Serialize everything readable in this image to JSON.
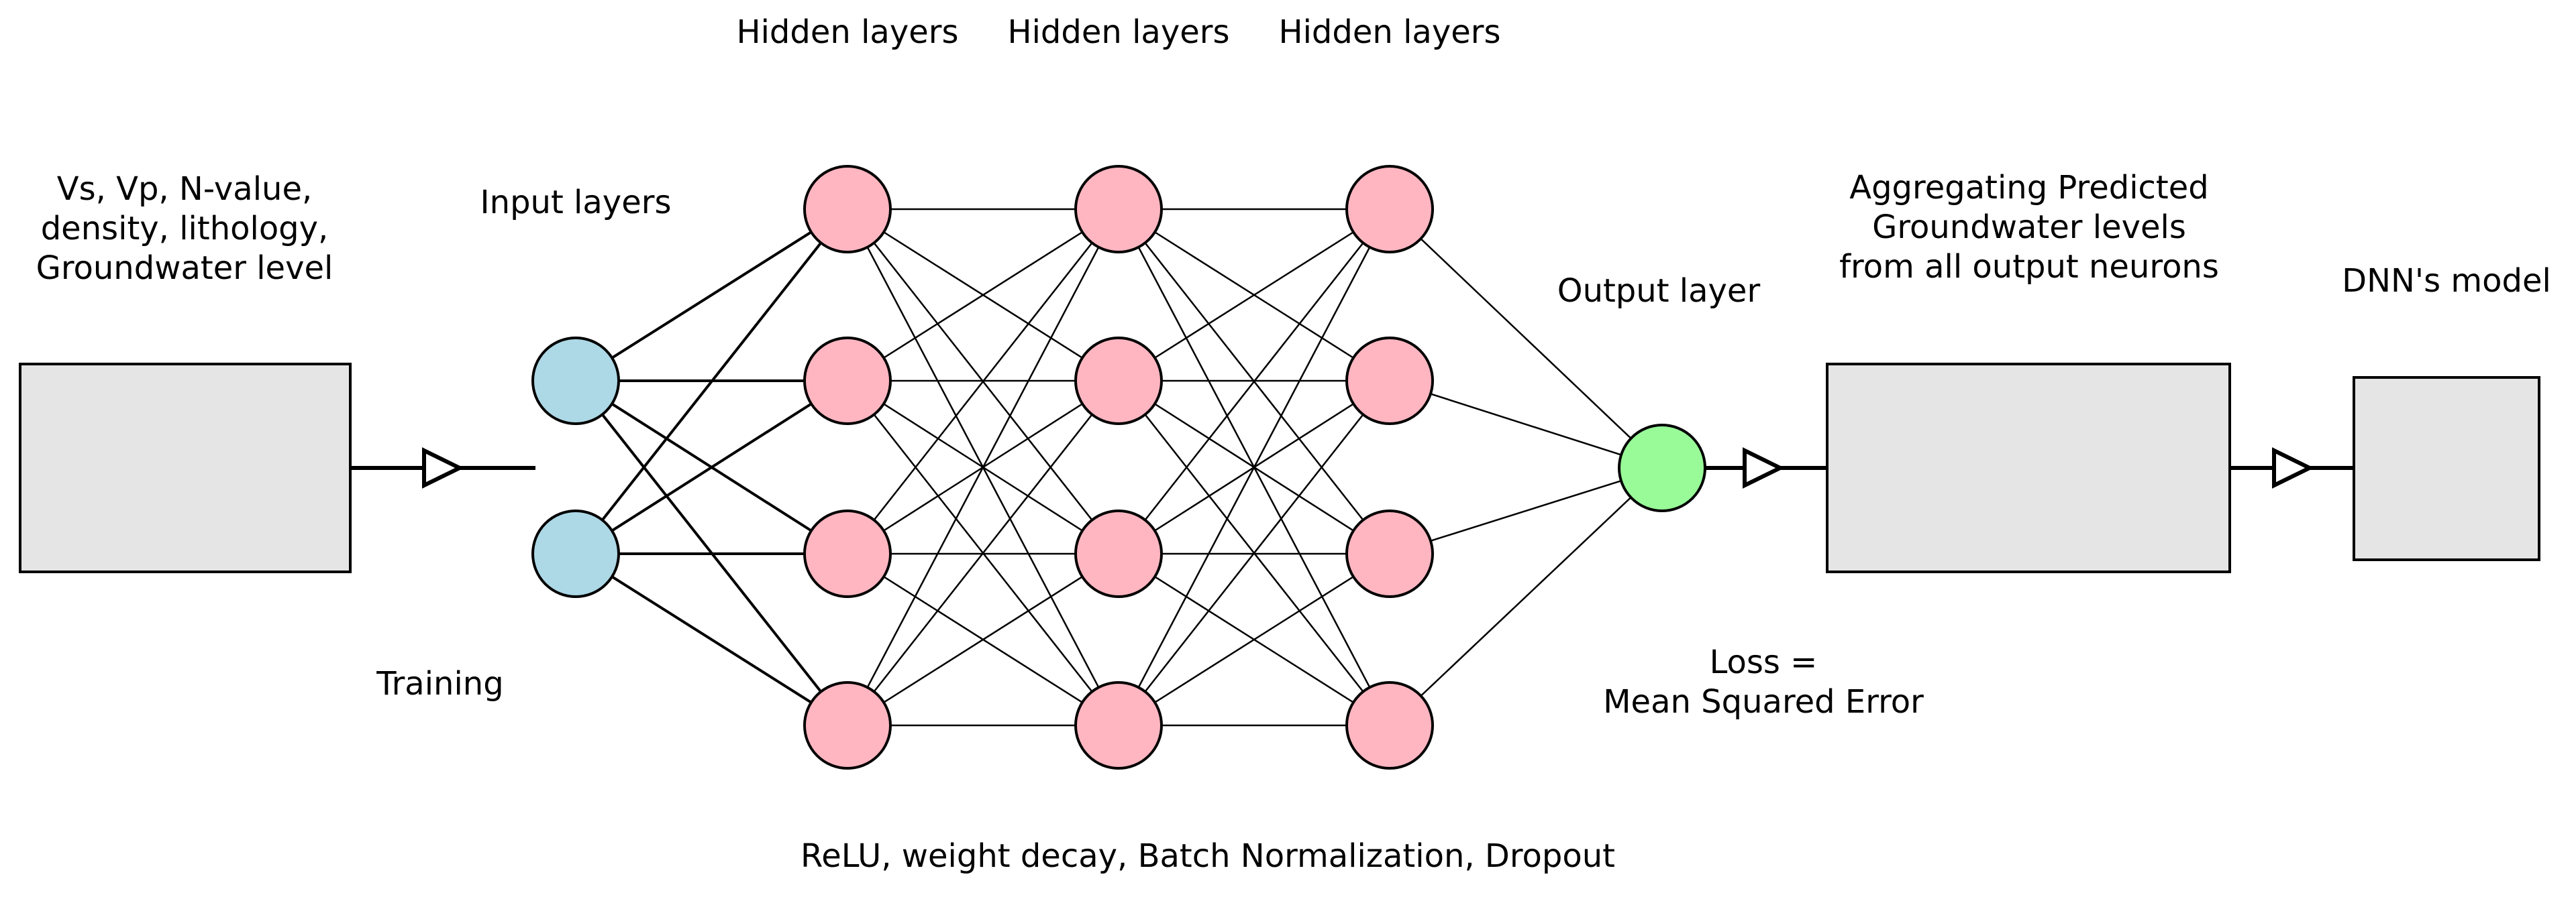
{
  "labels": {
    "hidden_1": "Hidden layers",
    "hidden_2": "Hidden layers",
    "hidden_3": "Hidden layers",
    "features": [
      "Vs, Vp, N-value,",
      "density, lithology,",
      "Groundwater level"
    ],
    "input_layers": "Input layers",
    "training": "Training",
    "output_layer": "Output layer",
    "aggregating": [
      "Aggregating Predicted",
      "Groundwater levels",
      "from all output neurons"
    ],
    "model": "DNN's model",
    "loss": [
      "Loss =",
      "Mean Squared Error"
    ],
    "techniques": "ReLU, weight decay, Batch Normalization, Dropout"
  },
  "network": {
    "layers": [
      {
        "name": "input",
        "neurons": 2
      },
      {
        "name": "hidden-1",
        "neurons": 4
      },
      {
        "name": "hidden-2",
        "neurons": 4
      },
      {
        "name": "hidden-3",
        "neurons": 4
      },
      {
        "name": "output",
        "neurons": 1
      }
    ]
  },
  "colors": {
    "input_neuron": "#add8e6",
    "hidden_neuron": "#ffb6c1",
    "output_neuron": "#98fb98",
    "box_fill": "#e5e5e5",
    "stroke": "#000000"
  }
}
